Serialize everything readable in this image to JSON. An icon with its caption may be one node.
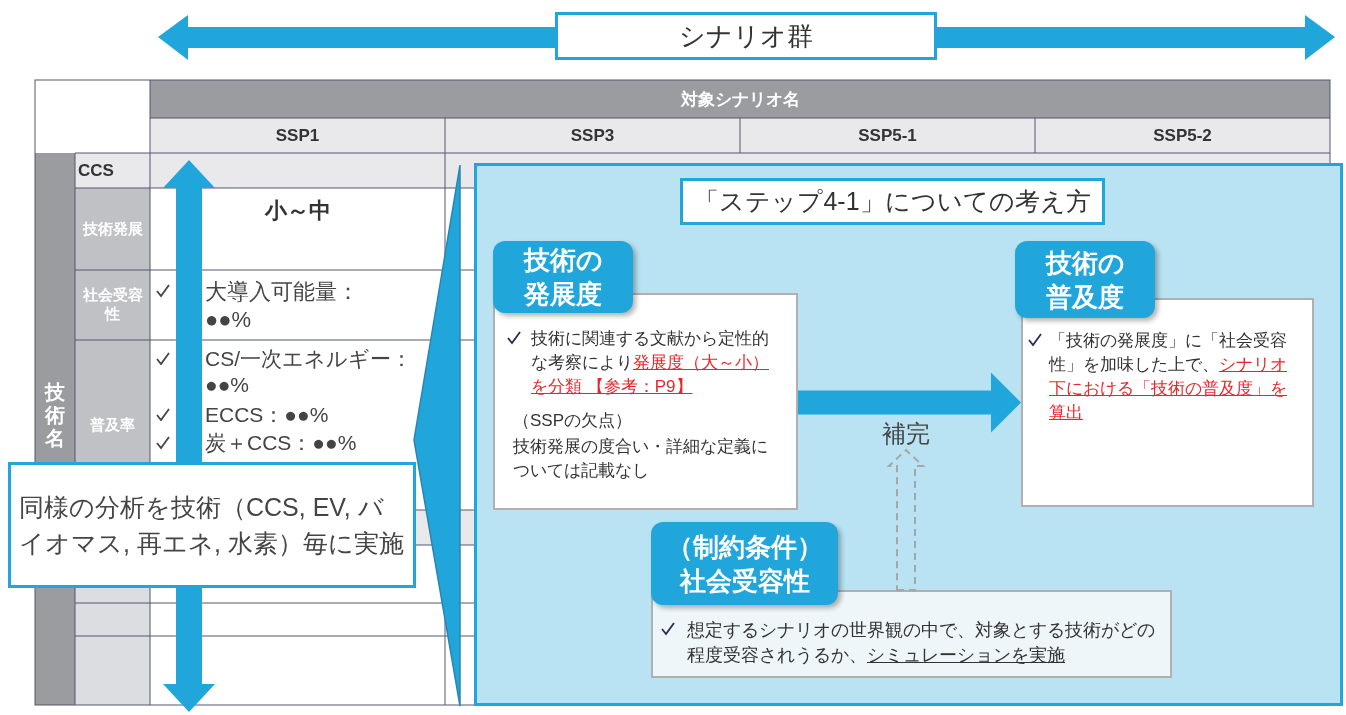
{
  "diagram": {
    "nodes": [
      {
        "text": [
          "シナリオ群"
        ]
      },
      {
        "text": [
          "同様の分析を技術（CCS, EV, バイオマス, 再エネ, 水素）毎に実施"
        ]
      },
      {
        "text": [],
        "shape": "box"
      },
      {
        "text": [
          "「ステップ4-1」についての考え方"
        ],
        "in": 2
      },
      {
        "text": [
          "技術の発展度"
        ],
        "in": 2
      },
      {
        "text": [
          "技術に関連する文献から定性的な考察により",
          "発展度（大～小）を分類 【参考：P9】",
          "（SSPの欠点）",
          "技術発展の度合い・詳細な定義については記載なし"
        ],
        "in": 2
      },
      {
        "text": [
          "技術の普及度"
        ],
        "in": 2
      },
      {
        "text": [
          "「技術の発展度」に「社会受容性」を加味した上で、",
          "シナリオ下における「技術の普及度」を算出"
        ],
        "in": 2
      },
      {
        "text": [
          "（制約条件）社会受容性"
        ],
        "in": 2
      },
      {
        "text": [
          "想定するシナリオの世界観の中で、対象とする技術がどの程度受容されうるか、",
          "シミュレーションを実施"
        ],
        "in": 2
      },
      {
        "text": [
          "補完"
        ],
        "in": 2
      }
    ],
    "edges": [
      {
        "from": 5,
        "to": 7,
        "arrow": "to",
        "style": "thick"
      },
      {
        "from": 9,
        "to": 10,
        "arrow": "to",
        "style": "dashed",
        "color": "#a6a6a6"
      }
    ],
    "labels": [
      "対象シナリオ名",
      "SSP1",
      "SSP3",
      "SSP5-1",
      "SSP5-2",
      "技術名",
      "CCS",
      "技術発展",
      "小～中",
      "社会受容性",
      "大導入可能量：●●%",
      "普及率",
      "CS/一次エネルギー：●●%",
      "ECCS：●●%",
      "炭＋CCS：●●%"
    ]
  }
}
